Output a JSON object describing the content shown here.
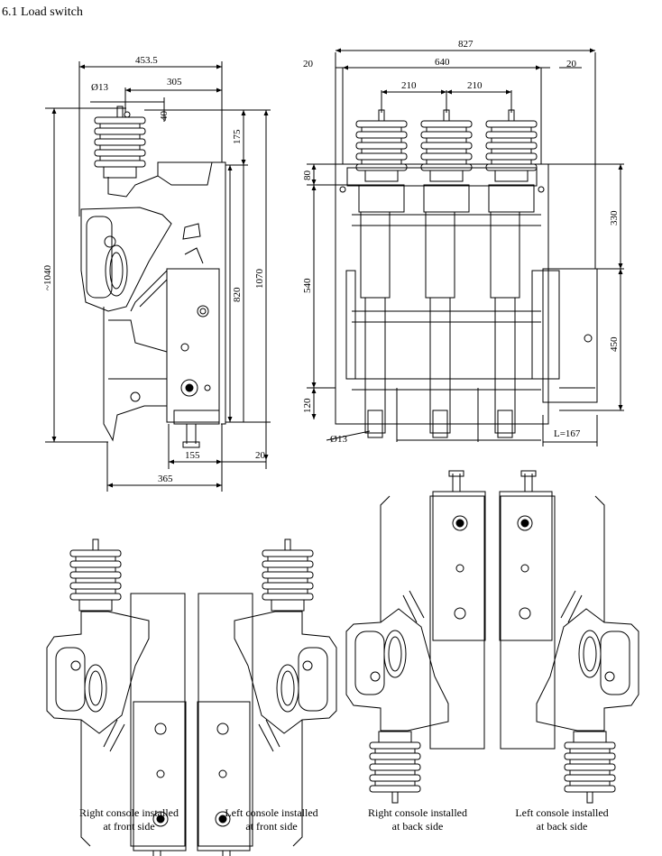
{
  "section_title": "6.1 Load switch",
  "side_view_dims": {
    "overall_width": "453.5",
    "bushing_offset": "305",
    "hole_dia": "Ø13",
    "top_gap": "40",
    "top_height": "175",
    "overall_height": "~1040",
    "mid_height": "820",
    "full_height": "1070",
    "console_width": "155",
    "edge_gap": "20",
    "base_width": "365"
  },
  "front_view_dims": {
    "overall_width": "827",
    "left_margin": "20",
    "pole_span": "640",
    "right_margin": "20",
    "pitch_left": "210",
    "pitch_right": "210",
    "upper_offset": "80",
    "pole_height": "540",
    "lower_offset": "120",
    "right_upper": "330",
    "right_lower": "450",
    "hole_dia": "Ø13",
    "lever_length": "L=167"
  },
  "captions": [
    {
      "line1": "Right console installed",
      "line2": "at front side"
    },
    {
      "line1": "Left console installed",
      "line2": "at front side"
    },
    {
      "line1": "Right console installed",
      "line2": "at back side"
    },
    {
      "line1": "Left console installed",
      "line2": "at back side"
    }
  ]
}
